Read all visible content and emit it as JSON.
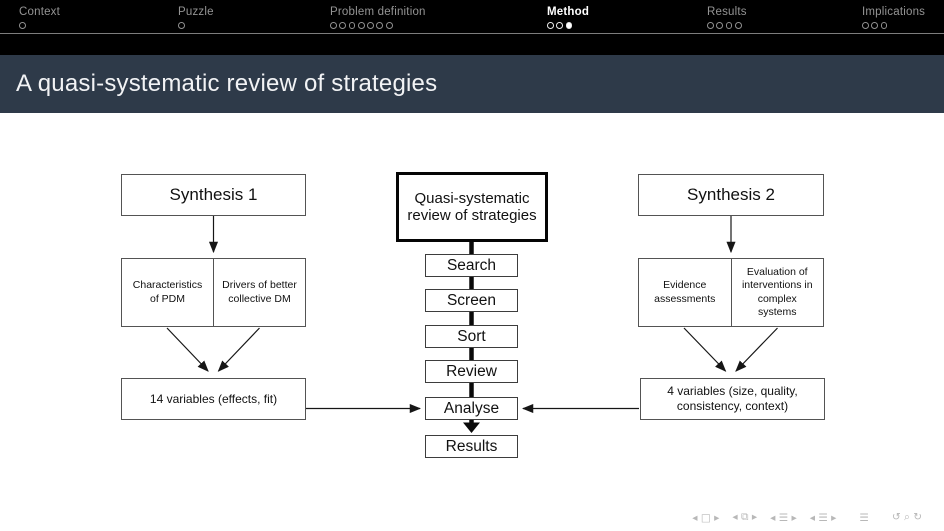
{
  "header": {
    "sections": [
      {
        "label": "Context",
        "dot_count": 1,
        "filled_index": -1,
        "current": false
      },
      {
        "label": "Puzzle",
        "dot_count": 1,
        "filled_index": -1,
        "current": false
      },
      {
        "label": "Problem definition",
        "dot_count": 7,
        "filled_index": -1,
        "current": false
      },
      {
        "label": "Method",
        "dot_count": 3,
        "filled_index": 2,
        "current": true
      },
      {
        "label": "Results",
        "dot_count": 4,
        "filled_index": -1,
        "current": false
      },
      {
        "label": "Implications",
        "dot_count": 3,
        "filled_index": -1,
        "current": false
      }
    ]
  },
  "title_bar": {
    "title": "A quasi-systematic review of strategies"
  },
  "diagram": {
    "synthesis1_label": "Synthesis 1",
    "synthesis2_label": "Synthesis 2",
    "central_label": "Quasi-systematic review of strategies",
    "steps": [
      "Search",
      "Screen",
      "Sort",
      "Review",
      "Analyse",
      "Results"
    ],
    "synthesis1_cells": [
      "Characteristics of PDM",
      "Drivers of better collective DM"
    ],
    "synthesis2_cells": [
      "Evidence assessments",
      "Evaluation of interventions in complex systems"
    ],
    "synthesis1_result": "14 variables (effects, fit)",
    "synthesis2_result": "4 variables (size, quality, consistency, context)"
  },
  "footer": {
    "nav_symbols": [
      "◂ □ ▸",
      "◂ ⧉ ▸",
      "◂ ☰ ▸",
      "◂ ☰ ▸",
      "☰",
      "↺ ⌕ ↻"
    ]
  },
  "colors": {
    "header_bg": "#000000",
    "title_bar_bg": "#2e3a49",
    "current_section_text": "#ffffff",
    "muted_section_text": "#949494",
    "box_border": "#545454",
    "thick_border": "#050505"
  }
}
